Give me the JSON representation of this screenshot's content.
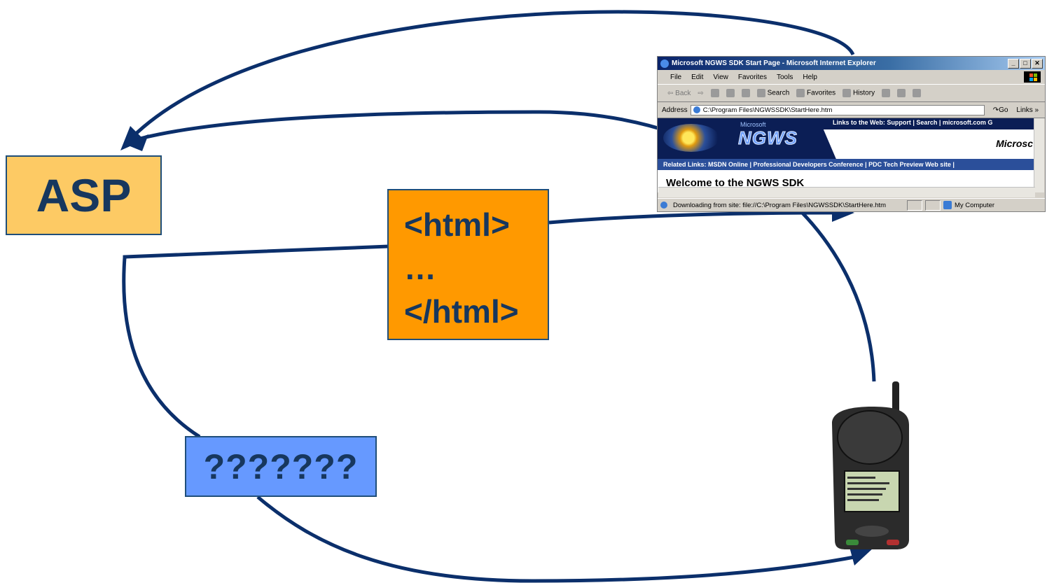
{
  "diagram": {
    "asp_label": "ASP",
    "html_lines": [
      "<html>",
      "…",
      "</html>"
    ],
    "unknown_label": "???????"
  },
  "browser": {
    "title": "Microsoft NGWS SDK Start Page - Microsoft Internet Explorer",
    "window_buttons": [
      "_",
      "□",
      "✕"
    ],
    "menu": [
      "File",
      "Edit",
      "View",
      "Favorites",
      "Tools",
      "Help"
    ],
    "toolbar": [
      "Back",
      "Search",
      "Favorites",
      "History"
    ],
    "address_label": "Address",
    "address_value": "C:\\Program Files\\NGWSSDK\\StartHere.htm",
    "go_label": "Go",
    "links_label": "Links »",
    "page": {
      "ms_small": "Microsoft",
      "logo": "NGWS",
      "links_to_web": "Links to the Web:   Support  |  Search  |  microsoft.com G",
      "ms_right": "Microsc",
      "related": "Related Links:  MSDN Online  |  Professional Developers Conference  |  PDC Tech Preview Web site  |",
      "welcome": "Welcome to the NGWS SDK"
    },
    "status_text": "Downloading from site: file://C:\\Program Files\\NGWSSDK\\StartHere.htm",
    "status_zone": "My Computer"
  },
  "colors": {
    "arrow": "#0b2f6b",
    "asp_fill": "#fdca64",
    "html_fill": "#ff9900",
    "unknown_fill": "#6699ff",
    "text": "#17375e"
  }
}
